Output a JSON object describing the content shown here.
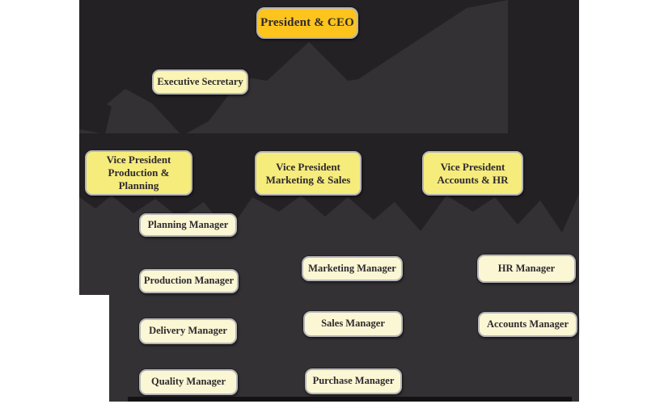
{
  "diagram": {
    "type": "organization-chart",
    "root": {
      "label": "President  & CEO"
    },
    "secretary": {
      "label": "Executive Secretary"
    },
    "vps": [
      {
        "line1": "Vice President",
        "line2": "Production & Planning",
        "managers": [
          {
            "label": "Planning  Manager"
          },
          {
            "label": "Production Manager"
          },
          {
            "label": "Delivery Manager"
          },
          {
            "label": "Quality Manager"
          }
        ]
      },
      {
        "line1": "Vice President",
        "line2": "Marketing & Sales",
        "managers": [
          {
            "label": "Marketing Manager"
          },
          {
            "label": "Sales Manager"
          },
          {
            "label": "Purchase Manager"
          }
        ]
      },
      {
        "line1": "Vice President",
        "line2": "Accounts & HR",
        "managers": [
          {
            "label": "HR Manager"
          },
          {
            "label": "Accounts Manager"
          }
        ]
      }
    ]
  },
  "colors": {
    "page_background": "#FFFFFF",
    "backdrop_gray": "#343134",
    "backdrop_dark": "#242124",
    "backdrop_strip": "#141214",
    "ceo_box_fill": "#FCC41D",
    "vp_box_fill": "#F6EC7C",
    "secretary_box_fill": "#FAF5B4",
    "manager_box_fill": "#FBF7D4",
    "box_border": "#B6B6B8",
    "box_text": "#2F2A2F"
  }
}
